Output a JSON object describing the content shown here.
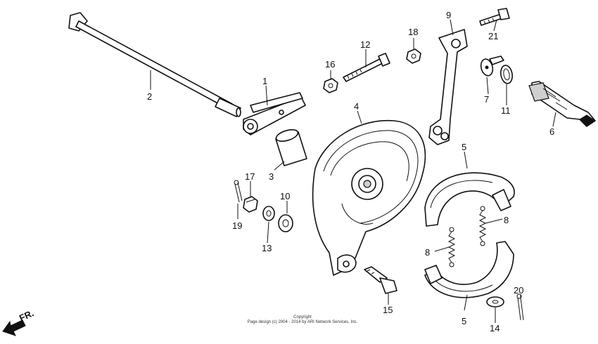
{
  "diagram": {
    "callouts": [
      "1",
      "2",
      "3",
      "4",
      "5",
      "5",
      "6",
      "7",
      "8",
      "8",
      "9",
      "10",
      "11",
      "12",
      "13",
      "14",
      "15",
      "16",
      "17",
      "18",
      "19",
      "20",
      "21"
    ],
    "direction_label": "FR.",
    "copyright_line1": "Copyright",
    "copyright_line2": "Page design (c) 2004 - 2014 by ARI Network Services, Inc."
  }
}
